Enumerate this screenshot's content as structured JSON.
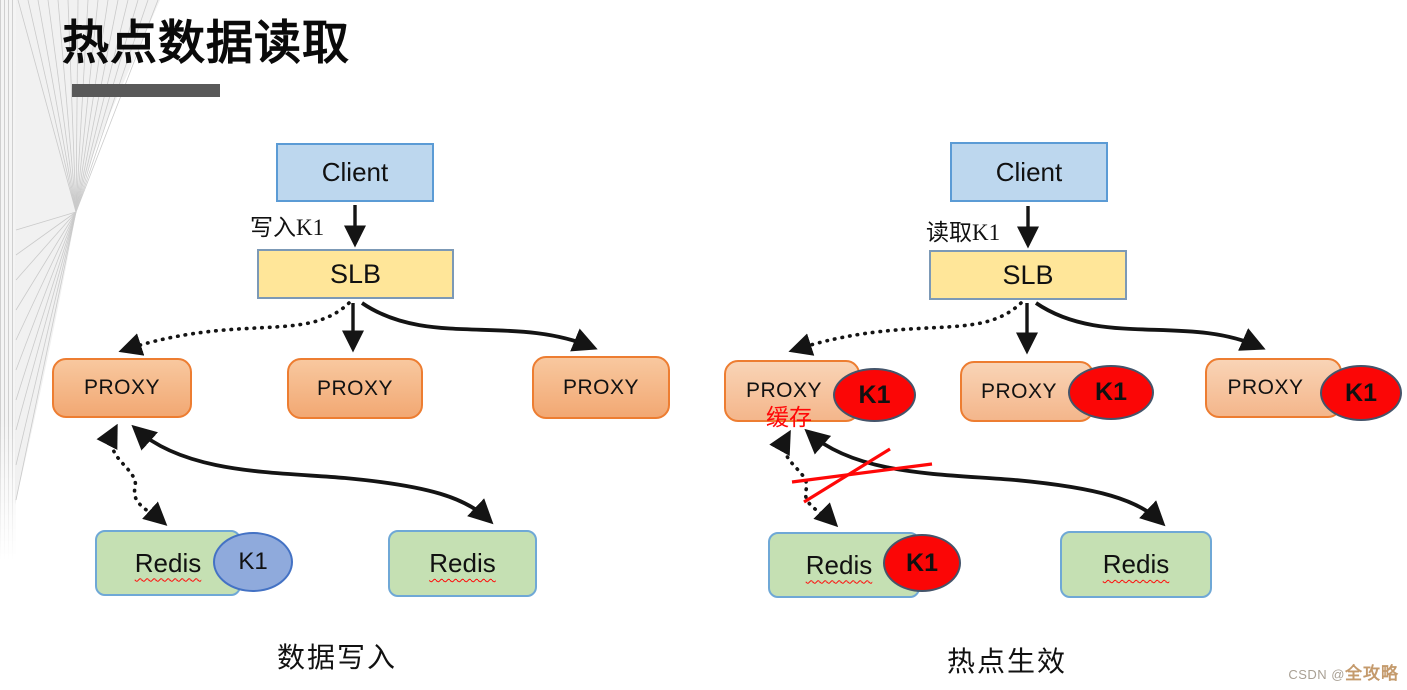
{
  "title": "热点数据读取",
  "left": {
    "caption": "数据写入",
    "client": "Client",
    "edge_label": "写入K1",
    "slb": "SLB",
    "proxies": [
      "PROXY",
      "PROXY",
      "PROXY"
    ],
    "redis": [
      {
        "label": "Redis",
        "key": "K1"
      },
      {
        "label": "Redis"
      }
    ]
  },
  "right": {
    "caption": "热点生效",
    "client": "Client",
    "edge_label": "读取K1",
    "slb": "SLB",
    "proxies": [
      {
        "label": "PROXY",
        "key": "K1",
        "note": "缓存"
      },
      {
        "label": "PROXY",
        "key": "K1"
      },
      {
        "label": "PROXY",
        "key": "K1"
      }
    ],
    "redis": [
      {
        "label": "Redis",
        "key": "K1"
      },
      {
        "label": "Redis"
      }
    ]
  },
  "watermark": {
    "prefix": "CSDN @",
    "name": "全攻略"
  },
  "colors": {
    "client_fill": "#bdd7ee",
    "client_border": "#5b9bd5",
    "slb_fill": "#ffe699",
    "slb_border": "#7c99b6",
    "proxy_fill": "#f2a873",
    "proxy_border": "#ed7d31",
    "redis_fill": "#c5e0b3",
    "redis_border": "#6fa8d6",
    "key_blue": "#8faadc",
    "key_red": "#fb0606",
    "accent_red": "#ff0808",
    "title_bar": "#595959"
  }
}
